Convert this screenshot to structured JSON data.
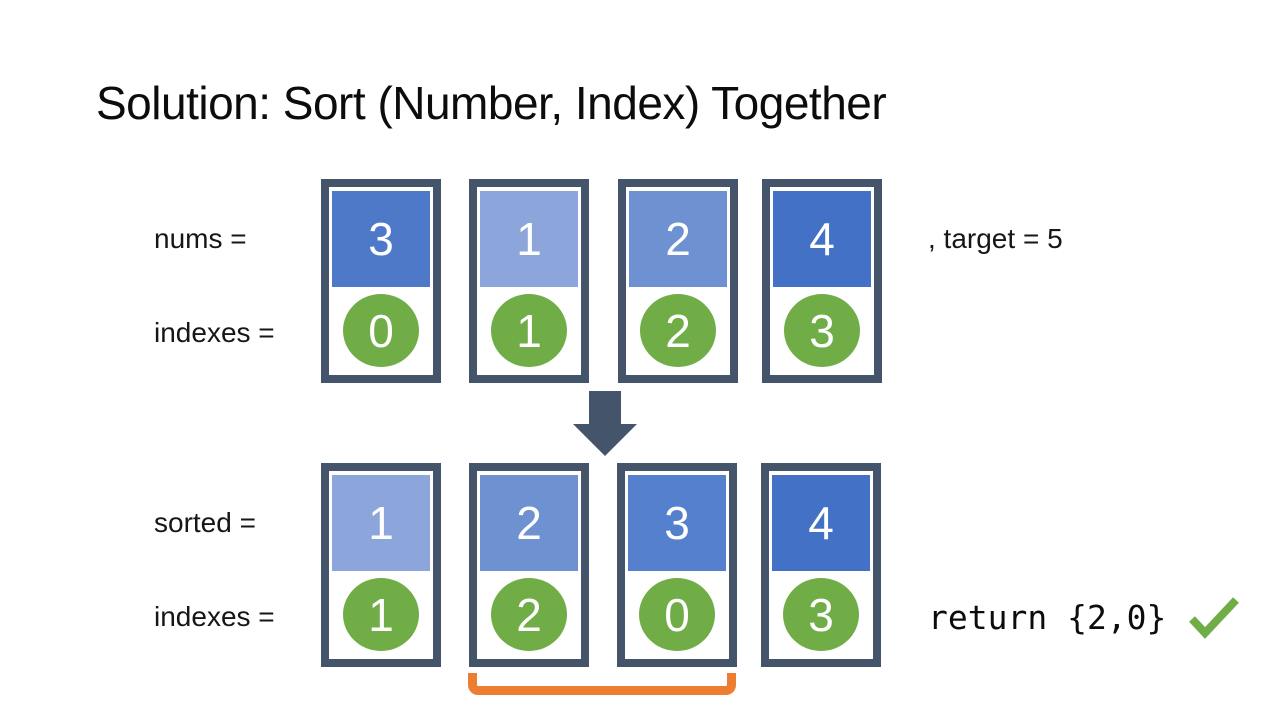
{
  "theme": {
    "border-color": "#44546a",
    "arrow-color": "#44546a",
    "green": "#70ad47",
    "orange": "#ed7d31",
    "check-color": "#70ad47"
  },
  "title": "Solution: Sort (Number, Index) Together",
  "rows": [
    {
      "value_label": "nums =",
      "index_label": "indexes =",
      "side_text": ", target = 5",
      "cells": [
        {
          "num": "3",
          "index": "0",
          "num_color": "#4e79c9"
        },
        {
          "num": "1",
          "index": "1",
          "num_color": "#8ca6dc"
        },
        {
          "num": "2",
          "index": "2",
          "num_color": "#6e91d1"
        },
        {
          "num": "4",
          "index": "3",
          "num_color": "#4271c6"
        }
      ]
    },
    {
      "value_label": "sorted =",
      "index_label": "indexes =",
      "side_text": "return {2,0}",
      "cells": [
        {
          "num": "1",
          "index": "1",
          "num_color": "#8ca6dc"
        },
        {
          "num": "2",
          "index": "2",
          "num_color": "#6e91d1"
        },
        {
          "num": "3",
          "index": "0",
          "num_color": "#5580cd"
        },
        {
          "num": "4",
          "index": "3",
          "num_color": "#4271c6"
        }
      ]
    }
  ],
  "icons": {
    "arrow": "down-arrow-icon",
    "check": "green-checkmark-icon"
  }
}
